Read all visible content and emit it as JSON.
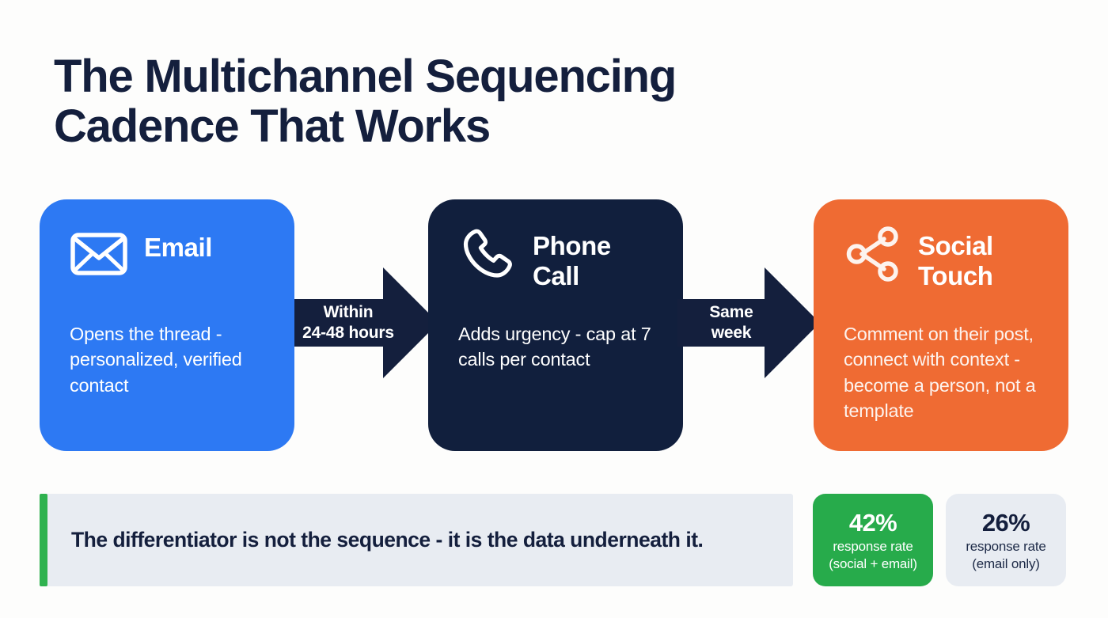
{
  "page": {
    "title": "The Multichannel Sequencing\nCadence That Works",
    "background_color": "#fdfdfc"
  },
  "colors": {
    "email": "#2d79f3",
    "phone": "#111f3d",
    "social": "#ef6b33",
    "navy": "#141f3d",
    "green": "#27ab4b",
    "accent_green": "#2fb24f",
    "banner_bg": "#e8ecf2"
  },
  "steps": [
    {
      "id": "email",
      "icon": "envelope-icon",
      "title": "Email",
      "body": "Opens the thread - personalized, verified contact"
    },
    {
      "id": "phone",
      "icon": "phone-icon",
      "title": "Phone\nCall",
      "body": "Adds urgency - cap at 7 calls per contact"
    },
    {
      "id": "social",
      "icon": "share-network-icon",
      "title": "Social\nTouch",
      "body": "Comment on their post, connect with context - become a person, not a template"
    }
  ],
  "connectors": [
    {
      "id": "email-to-phone",
      "label": "Within\n24-48 hours"
    },
    {
      "id": "phone-to-social",
      "label": "Same\nweek"
    }
  ],
  "banner": {
    "text": "The differentiator is not the sequence - it is the data underneath it."
  },
  "stats": [
    {
      "id": "social-plus-email",
      "value": "42%",
      "caption": "response rate\n(social + email)"
    },
    {
      "id": "email-only",
      "value": "26%",
      "caption": "response rate\n(email only)"
    }
  ]
}
